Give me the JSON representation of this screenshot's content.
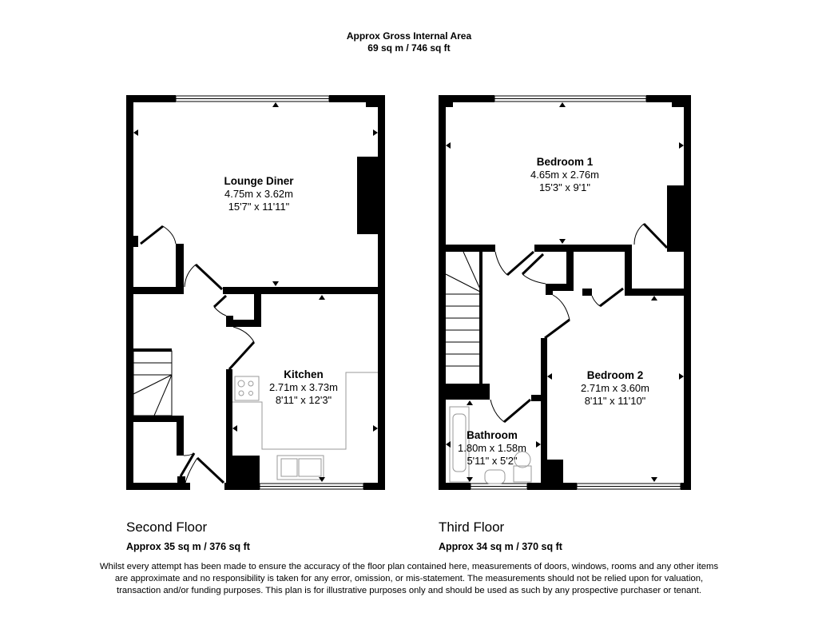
{
  "header": {
    "title_line1": "Approx Gross Internal Area",
    "title_line2": "69 sq m / 746 sq ft"
  },
  "floors": [
    {
      "name": "Second Floor",
      "area": "Approx 35 sq m / 376 sq ft",
      "rooms": [
        {
          "name": "Lounge Diner",
          "metric": "4.75m x 3.62m",
          "imperial": "15'7\" x 11'11\""
        },
        {
          "name": "Kitchen",
          "metric": "2.71m x 3.73m",
          "imperial": "8'11\" x 12'3\""
        }
      ]
    },
    {
      "name": "Third Floor",
      "area": "Approx 34 sq m / 370 sq ft",
      "rooms": [
        {
          "name": "Bedroom 1",
          "metric": "4.65m x 2.76m",
          "imperial": "15'3\" x 9'1\""
        },
        {
          "name": "Bedroom 2",
          "metric": "2.71m x 3.60m",
          "imperial": "8'11\" x 11'10\""
        },
        {
          "name": "Bathroom",
          "metric": "1.80m x 1.58m",
          "imperial": "5'11\" x 5'2\""
        }
      ]
    }
  ],
  "disclaimer": "Whilst every attempt has been made to ensure the accuracy of the floor plan contained here, measurements of doors, windows, rooms and any other items are approximate and no responsibility is taken for any error, omission, or mis-statement. The measurements should not be relied upon for valuation, transaction and/or funding purposes. This plan is for illustrative purposes only and should be used as such by any prospective purchaser or tenant.",
  "colors": {
    "wall": "#000000",
    "fixture": "#9a9a9a",
    "background": "#ffffff"
  }
}
